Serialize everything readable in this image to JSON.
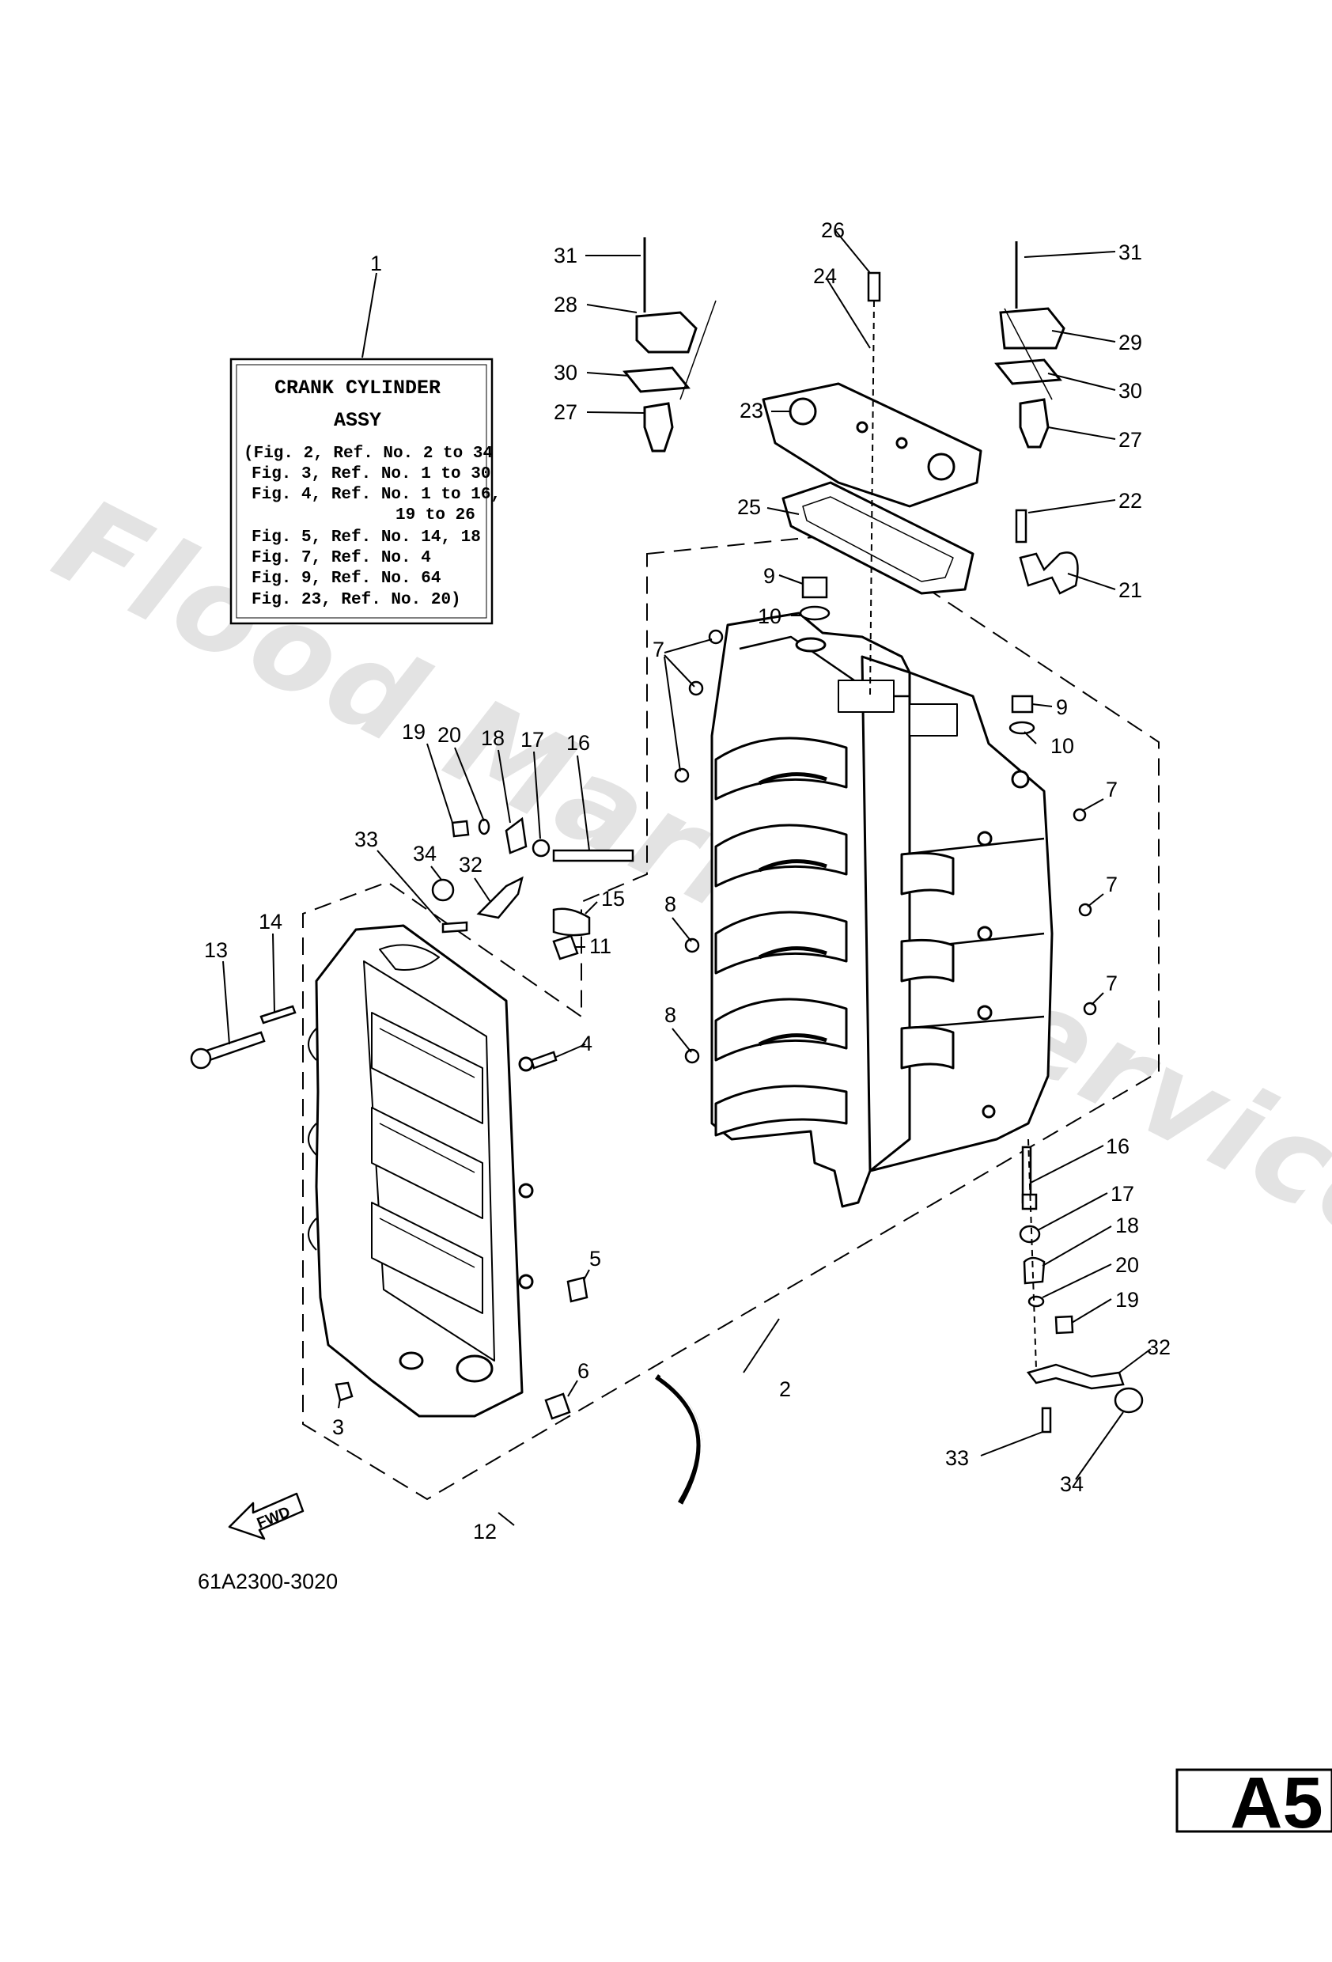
{
  "kit_box": {
    "ref": "1",
    "title_line1": "CRANK CYLINDER",
    "title_line2": "ASSY",
    "refs": [
      "(Fig. 2, Ref. No. 2 to 34",
      "Fig. 3, Ref. No. 1 to 30",
      "Fig. 4, Ref. No. 1 to 16,",
      "19 to 26",
      "Fig. 5, Ref. No. 14, 18",
      "Fig. 7, Ref. No. 4",
      "Fig. 9, Ref. No. 64",
      "Fig. 23, Ref. No. 20)"
    ]
  },
  "callouts": {
    "c31a": "31",
    "c28": "28",
    "c30a": "30",
    "c27a": "27",
    "c26": "26",
    "c24": "24",
    "c23": "23",
    "c25": "25",
    "c31b": "31",
    "c29": "29",
    "c30b": "30",
    "c27b": "27",
    "c22": "22",
    "c21": "21",
    "c9a": "9",
    "c10a": "10",
    "c7a": "7",
    "c9b": "9",
    "c10b": "10",
    "c7b": "7",
    "c7c": "7",
    "c7d": "7",
    "c19a": "19",
    "c20a": "20",
    "c18a": "18",
    "c17a": "17",
    "c16a": "16",
    "c33a": "33",
    "c34a": "34",
    "c32a": "32",
    "c15": "15",
    "c8a": "8",
    "c8b": "8",
    "c14": "14",
    "c13": "13",
    "c11": "11",
    "c4": "4",
    "c5": "5",
    "c6": "6",
    "c3": "3",
    "c12": "12",
    "c2": "2",
    "c16b": "16",
    "c17b": "17",
    "c18b": "18",
    "c20b": "20",
    "c19b": "19",
    "c32b": "32",
    "c33b": "33",
    "c34b": "34"
  },
  "fwd_label": "FWD",
  "figure_code": "61A2300-3020",
  "page_label": "A5",
  "watermark": "Flood Marine Services"
}
